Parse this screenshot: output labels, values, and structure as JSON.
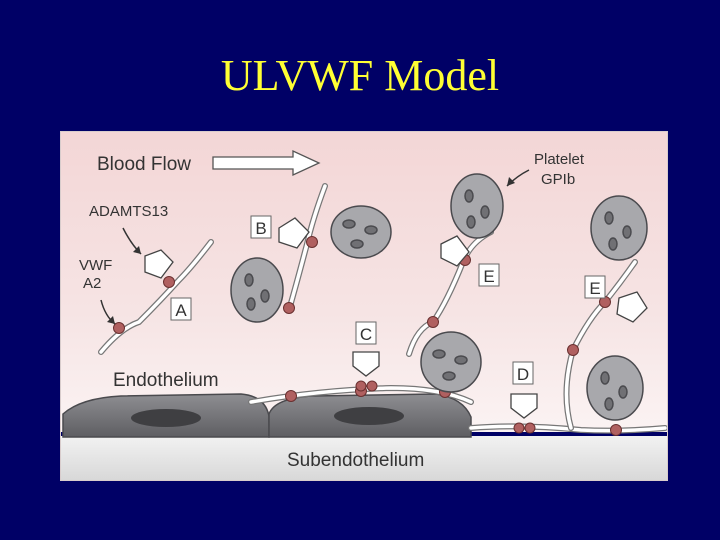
{
  "slide": {
    "title": "ULVWF Model",
    "background_color": "#000066",
    "title_color": "#ffff33"
  },
  "diagram": {
    "labels": {
      "blood_flow": "Blood Flow",
      "platelet": "Platelet",
      "gpib": "GPIb",
      "adamts13": "ADAMTS13",
      "vwf": "VWF",
      "a2": "A2",
      "endothelium": "Endothelium",
      "subendothelium": "Subendothelium"
    },
    "markers": {
      "a": "A",
      "b": "B",
      "c": "C",
      "d": "D",
      "e1": "E",
      "e2": "E"
    },
    "colors": {
      "plasma_top": "#f0d8d8",
      "plasma_bottom": "#faf0f0",
      "cell": "#7a7a7e",
      "subendothelium": "#e6e6e6",
      "platelet": "#a8a8ac",
      "vwf_node": "#b06060",
      "vwf_strand": "#ffffff"
    }
  }
}
